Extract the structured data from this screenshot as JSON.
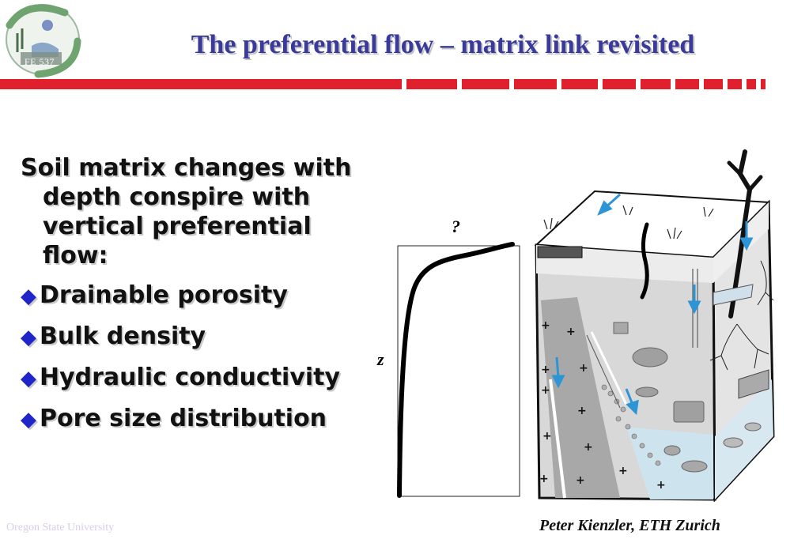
{
  "header": {
    "logo_text": "FE 537",
    "title": "The preferential flow – matrix link revisited"
  },
  "content": {
    "lead": "Soil matrix changes with depth conspire with vertical preferential flow:",
    "bullets": [
      "Drainable porosity",
      "Bulk density",
      "Hydraulic conductivity",
      "Pore size distribution"
    ]
  },
  "profile": {
    "top_label": "?",
    "depth_label": "z"
  },
  "credit": "Peter Kienzler, ETH Zurich",
  "footer": "Oregon State University",
  "colors": {
    "title": "#3a3a9c",
    "bar": "#e0202c",
    "bullet": "#1f25c9",
    "arrow": "#2d94d6"
  }
}
